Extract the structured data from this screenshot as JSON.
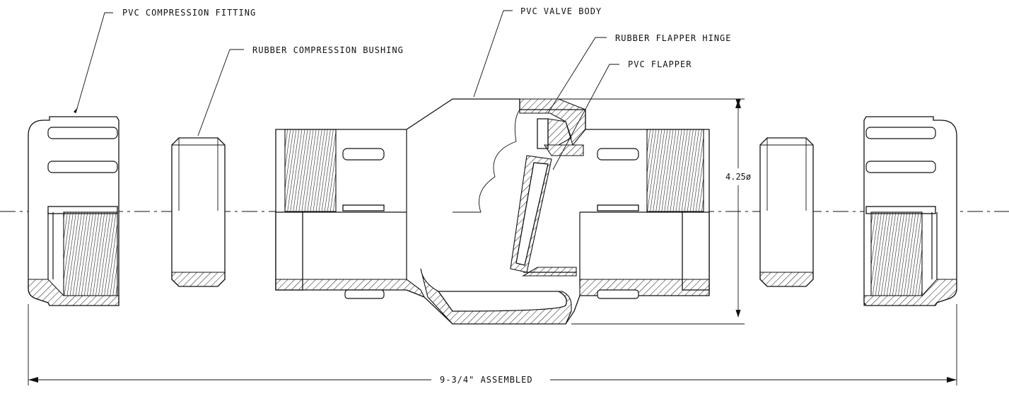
{
  "labels": {
    "compression_fitting": "PVC COMPRESSION FITTING",
    "compression_bushing": "RUBBER COMPRESSION BUSHING",
    "valve_body": "PVC VALVE BODY",
    "flapper_hinge": "RUBBER FLAPPER HINGE",
    "flapper": "PVC FLAPPER"
  },
  "dimensions": {
    "diameter": "4.25ø",
    "overall_length": "9-3/4\" ASSEMBLED"
  }
}
